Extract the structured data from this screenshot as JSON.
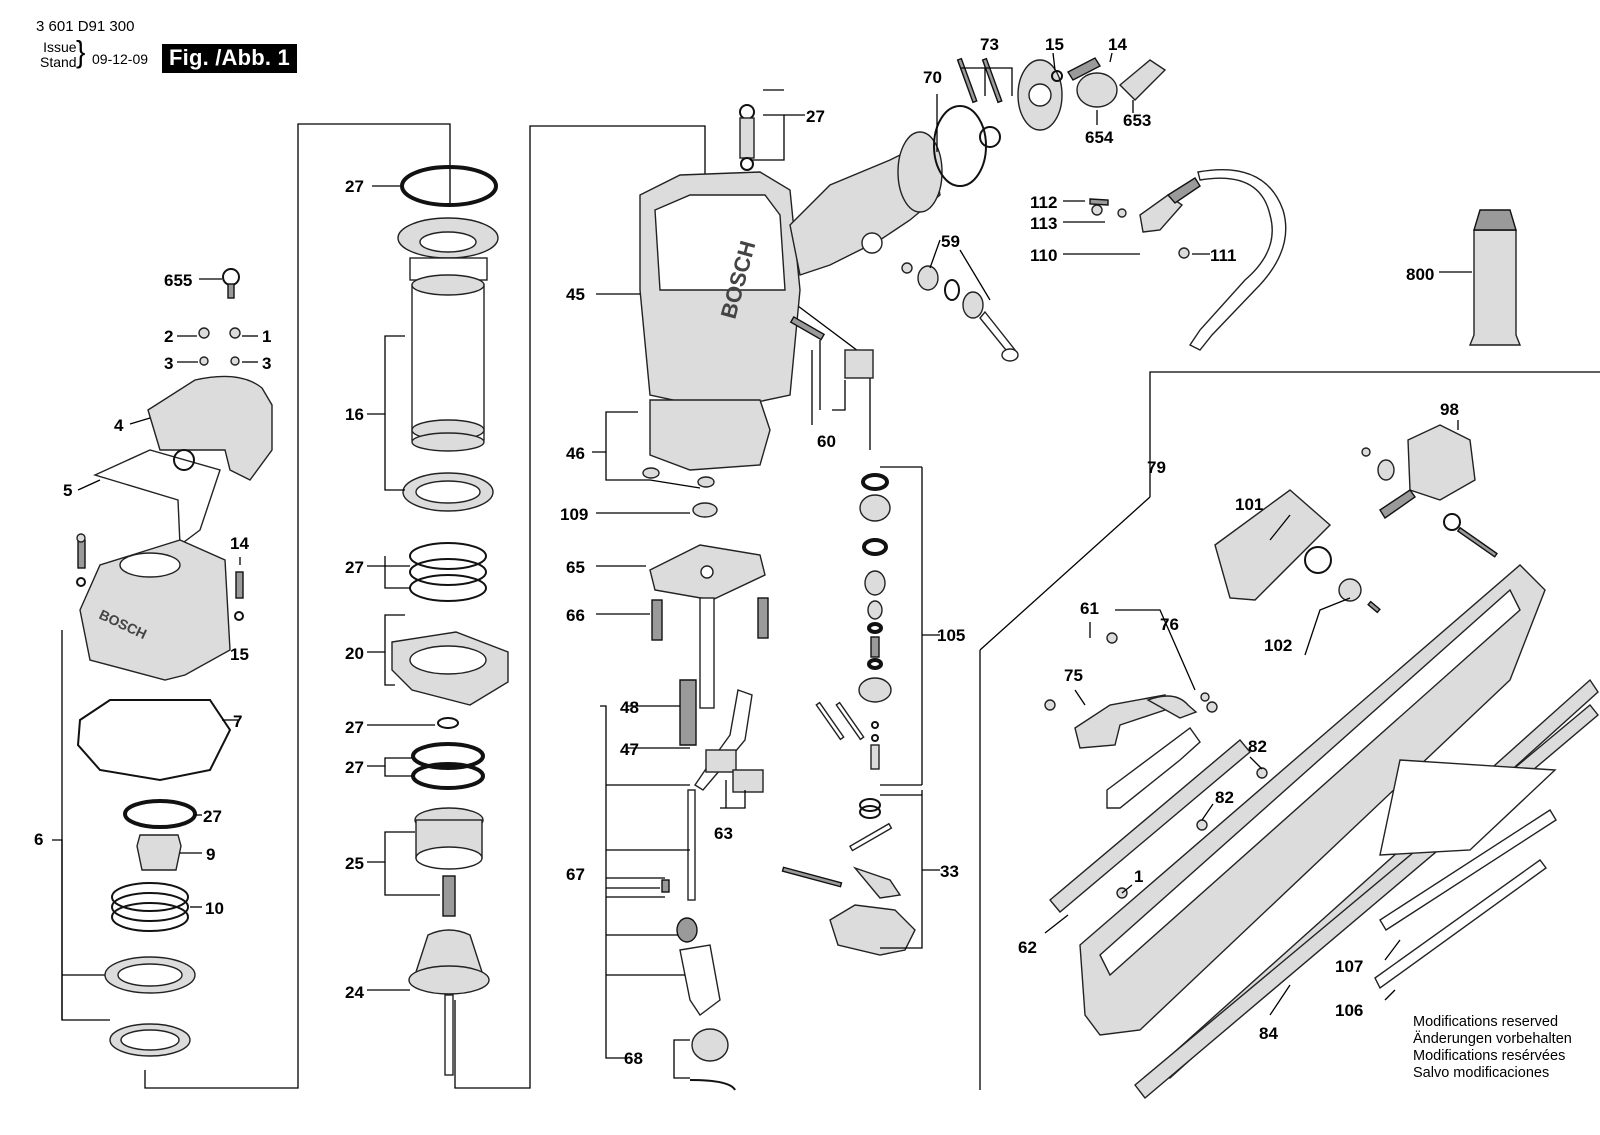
{
  "header": {
    "doc_number": "3 601 D91 300",
    "issue_label_1": "Issue",
    "issue_label_2": "Stand",
    "issue_date": "09-12-09",
    "figure_label": "Fig. /Abb. 1"
  },
  "notes": [
    "Modifications reserved",
    "Änderungen vorbehalten",
    "Modifications resérvées",
    "Salvo modificaciones"
  ],
  "brand_text": "BOSCH",
  "parts": {
    "p1": "1",
    "p2": "2",
    "p3": "3",
    "p4": "4",
    "p5": "5",
    "p6": "6",
    "p7": "7",
    "p9": "9",
    "p10": "10",
    "p14": "14",
    "p15": "15",
    "p16": "16",
    "p20": "20",
    "p24": "24",
    "p25": "25",
    "p27": "27",
    "p33": "33",
    "p45": "45",
    "p46": "46",
    "p47": "47",
    "p48": "48",
    "p59": "59",
    "p60": "60",
    "p61": "61",
    "p62": "62",
    "p63": "63",
    "p65": "65",
    "p66": "66",
    "p67": "67",
    "p68": "68",
    "p70": "70",
    "p73": "73",
    "p75": "75",
    "p76": "76",
    "p79": "79",
    "p82": "82",
    "p84": "84",
    "p98": "98",
    "p101": "101",
    "p102": "102",
    "p105": "105",
    "p106": "106",
    "p107": "107",
    "p109": "109",
    "p110": "110",
    "p111": "111",
    "p112": "112",
    "p113": "113",
    "p653": "653",
    "p654": "654",
    "p655": "655",
    "p800": "800"
  }
}
